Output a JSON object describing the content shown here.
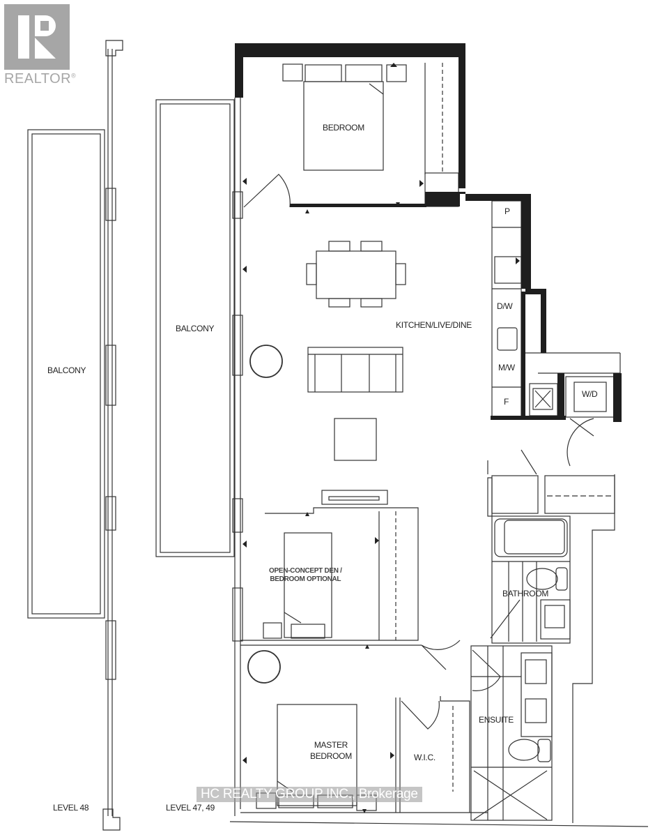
{
  "logo": {
    "text": "REALTOR",
    "mark": "®",
    "color": "#a6a6a6"
  },
  "watermark": {
    "text": "HC REALTY GROUP INC., Brokerage"
  },
  "plan": {
    "rooms": {
      "bedroom": "BEDROOM",
      "kitchen": "KITCHEN/LIVE/DINE",
      "balcony_inner": "BALCONY",
      "balcony_outer": "BALCONY",
      "den_line1": "OPEN-CONCEPT DEN /",
      "den_line2": "BEDROOM OPTIONAL",
      "master_line1": "MASTER",
      "master_line2": "BEDROOM",
      "wic": "W.I.C.",
      "bathroom": "BATHROOM",
      "ensuite": "ENSUITE"
    },
    "appliances": {
      "pantry": "P",
      "dishwasher": "D/W",
      "microwave": "M/W",
      "fridge": "F",
      "washer_dryer": "W/D"
    },
    "levels": {
      "outer": "LEVEL 48",
      "inner": "LEVEL 47, 49"
    },
    "colors": {
      "wall": "#222222",
      "line": "#333333"
    }
  }
}
